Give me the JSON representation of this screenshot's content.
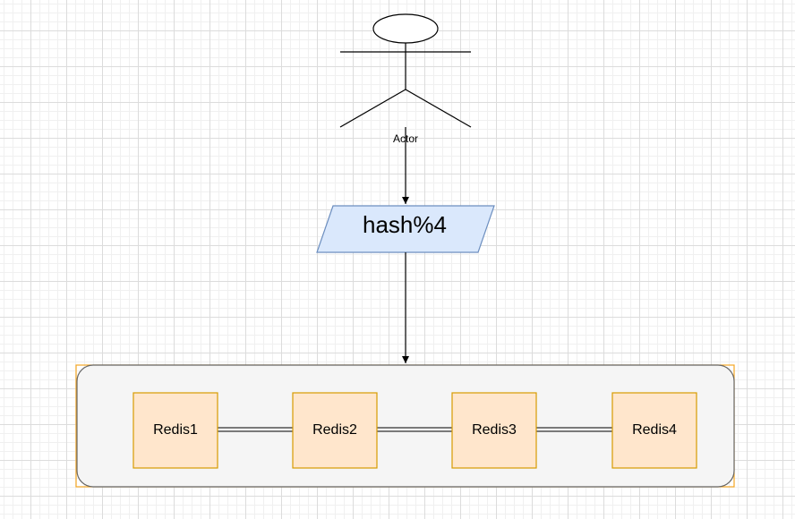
{
  "actor": {
    "label": "Actor"
  },
  "process": {
    "label": "hash%4"
  },
  "redis_nodes": [
    {
      "label": "Redis1"
    },
    {
      "label": "Redis2"
    },
    {
      "label": "Redis3"
    },
    {
      "label": "Redis4"
    }
  ],
  "colors": {
    "process_fill": "#dae8fc",
    "process_stroke": "#6c8ebf",
    "node_fill": "#ffe6cc",
    "node_stroke": "#d79b00",
    "container_fill": "#f5f5f5",
    "container_stroke": "#666666",
    "grid": "#dcdcdc"
  }
}
